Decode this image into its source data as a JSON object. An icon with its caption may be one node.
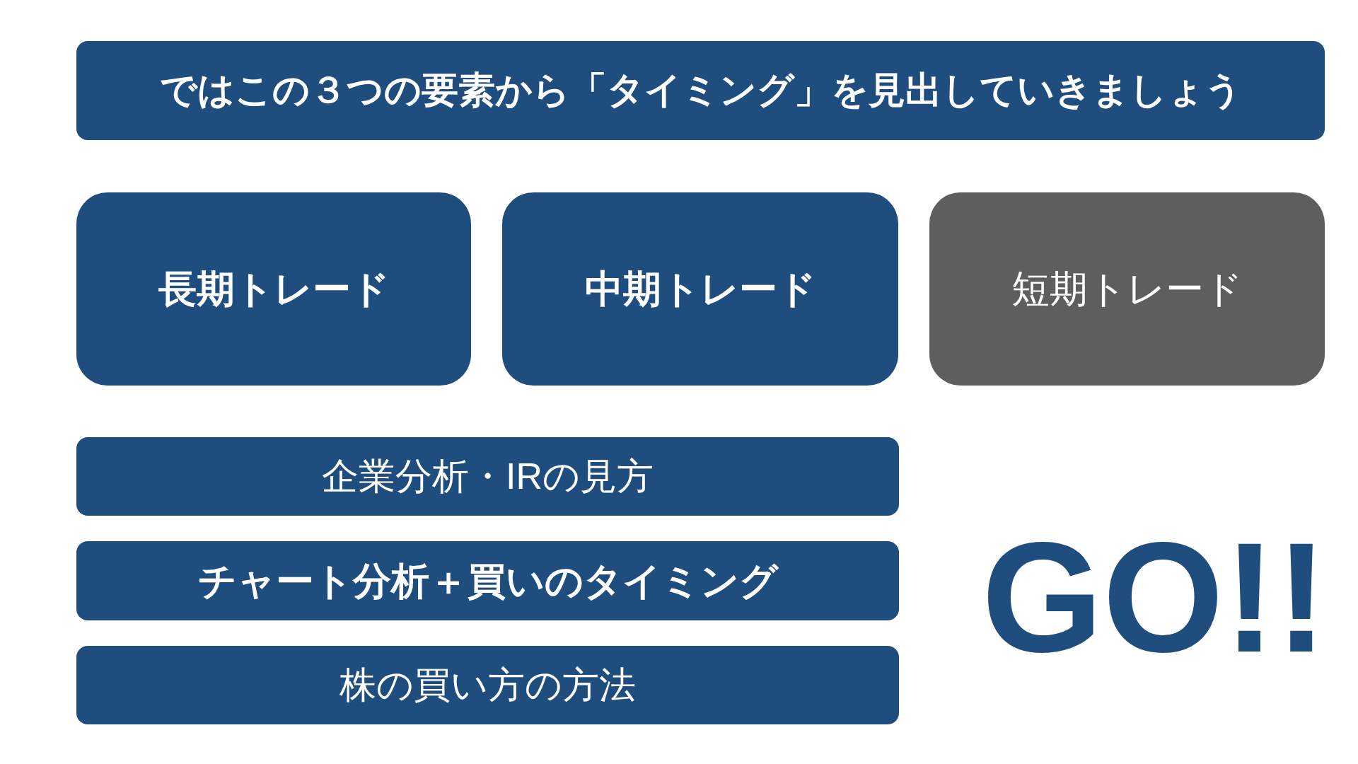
{
  "diagram": {
    "nodes": [
      {
        "text": [
          "ではこの３つの要素から「タイミング」を見出していきましょう"
        ]
      },
      {
        "text": [
          "長期トレード"
        ]
      },
      {
        "text": [
          "中期トレード"
        ]
      },
      {
        "text": [
          "短期トレード"
        ]
      },
      {
        "text": [
          "企業分析・IRの見方"
        ]
      },
      {
        "text": [
          "チャート分析＋買いのタイミング"
        ]
      },
      {
        "text": [
          "株の買い方の方法"
        ]
      }
    ],
    "edges": [],
    "labels": [
      "GO!!"
    ]
  }
}
